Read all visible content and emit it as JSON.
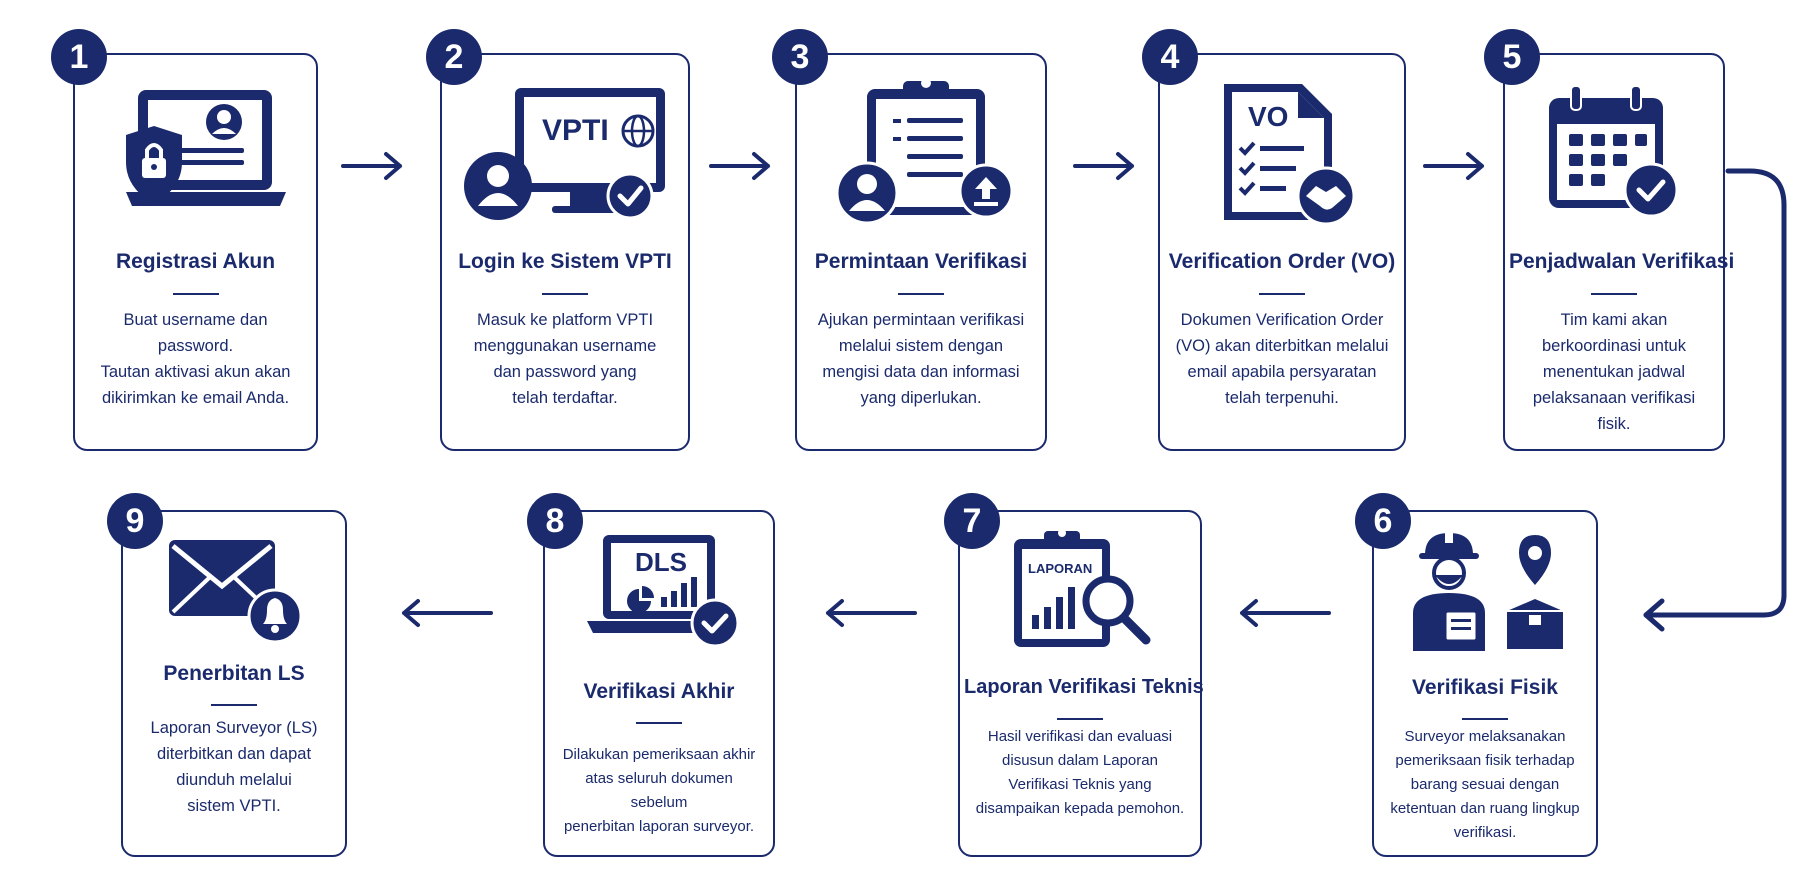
{
  "steps": [
    {
      "number": "1",
      "title": "Registrasi Akun",
      "description": "Buat username dan\npassword.\nTautan aktivasi akun akan\ndikirimkan ke email Anda.",
      "icon": "laptop-user-lock-icon"
    },
    {
      "number": "2",
      "title": "Login ke Sistem VPTI",
      "description": "Masuk ke platform VPTI\nmenggunakan username\ndan password yang\ntelah terdaftar.",
      "icon": "monitor-vpti-login-icon",
      "icon_text": "VPTI"
    },
    {
      "number": "3",
      "title": "Permintaan Verifikasi",
      "description": "Ajukan permintaan verifikasi\nmelalui sistem dengan\nmengisi data dan informasi\nyang diperlukan.",
      "icon": "clipboard-upload-icon"
    },
    {
      "number": "4",
      "title": "Verification Order (VO)",
      "description": "Dokumen Verification Order\n(VO) akan diterbitkan melalui\nemail apabila persyaratan\ntelah terpenuhi.",
      "icon": "document-checklist-handshake-icon",
      "icon_text": "VO"
    },
    {
      "number": "5",
      "title": "Penjadwalan Verifikasi",
      "description": "Tim kami akan\nberkoordinasi untuk\nmenentukan jadwal\npelaksanaan verifikasi fisik.",
      "icon": "calendar-check-icon"
    },
    {
      "number": "6",
      "title": "Verifikasi Fisik",
      "description": "Surveyor melaksanakan\npemeriksaan fisik terhadap\nbarang sesuai dengan\nketentuan dan ruang lingkup\nverifikasi.",
      "icon": "surveyor-box-location-icon"
    },
    {
      "number": "7",
      "title": "Laporan Verifikasi Teknis",
      "description": "Hasil verifikasi dan evaluasi\ndisusun dalam Laporan\nVerifikasi Teknis yang\ndisampaikan kepada pemohon.",
      "icon": "report-magnifier-icon",
      "icon_text": "LAPORAN"
    },
    {
      "number": "8",
      "title": "Verifikasi Akhir",
      "description": "Dilakukan pemeriksaan akhir\natas seluruh dokumen sebelum\npenerbitan laporan surveyor.",
      "icon": "laptop-dls-check-icon",
      "icon_text": "DLS"
    },
    {
      "number": "9",
      "title": "Penerbitan LS",
      "description": "Laporan Surveyor (LS)\nditerbitkan dan dapat\ndiunduh melalui\nsistem VPTI.",
      "icon": "envelope-bell-icon"
    }
  ],
  "colors": {
    "primary": "#1a2a6c",
    "background": "#ffffff"
  }
}
